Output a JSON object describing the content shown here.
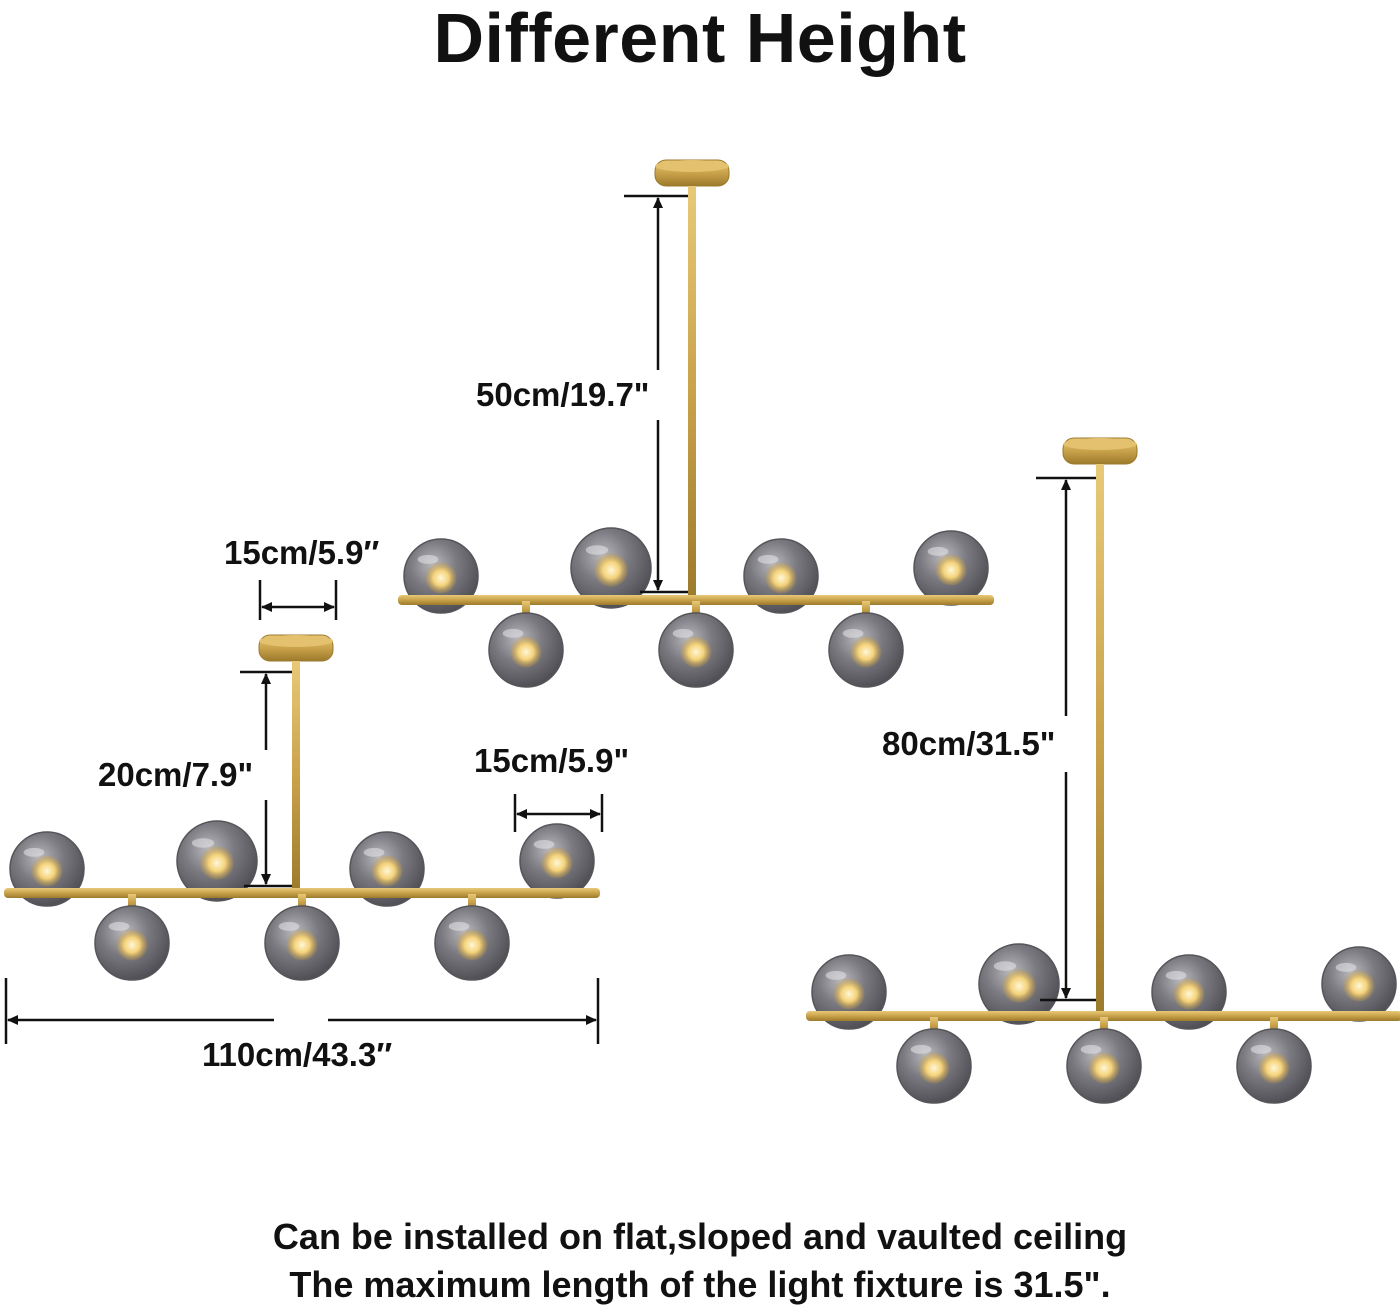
{
  "title": "Different Height",
  "dimensions": {
    "top_height": "50cm/19.7\"",
    "left_height": "20cm/7.9\"",
    "right_height": "80cm/31.5\"",
    "ceiling_plate_width": "15cm/5.9″",
    "globe_spacing": "15cm/5.9\"",
    "total_length": "110cm/43.3″"
  },
  "footer": {
    "line1": "Can be installed on flat,sloped and vaulted ceiling",
    "line2": "The maximum length of the light fixture is 31.5\"."
  },
  "colors": {
    "brass": "#c9a24a",
    "brass_dark": "#9c7a2c",
    "glass": "#6f6f73",
    "bulb": "#f4d27a",
    "dimension_line": "#111111"
  }
}
